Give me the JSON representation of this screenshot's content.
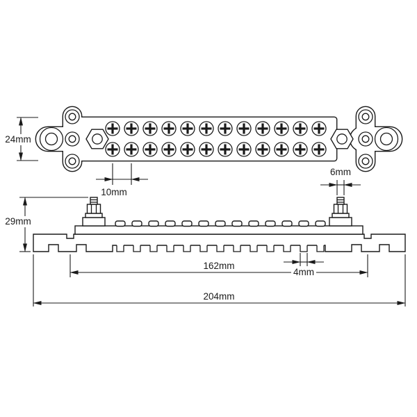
{
  "drawing": {
    "kind": "technical-dimension-drawing",
    "subject": "bus-bar terminal strip, two orthographic views",
    "views": [
      {
        "id": "top-view",
        "description": "plan view with two rows of screw terminals"
      },
      {
        "id": "side-view",
        "description": "front elevation with two studs and comb base"
      }
    ]
  },
  "dimensions": {
    "d24": "24mm",
    "d10": "10mm",
    "d6": "6mm",
    "d29": "29mm",
    "d4": "4mm",
    "d162": "162mm",
    "d204": "204mm"
  },
  "top_view": {
    "screw_columns": 12,
    "screw_rows": 2
  },
  "side_view": {
    "bump_count": 13,
    "tooth_count": 13
  },
  "colors": {
    "line": "#1a1a1a",
    "background": "#ffffff"
  }
}
